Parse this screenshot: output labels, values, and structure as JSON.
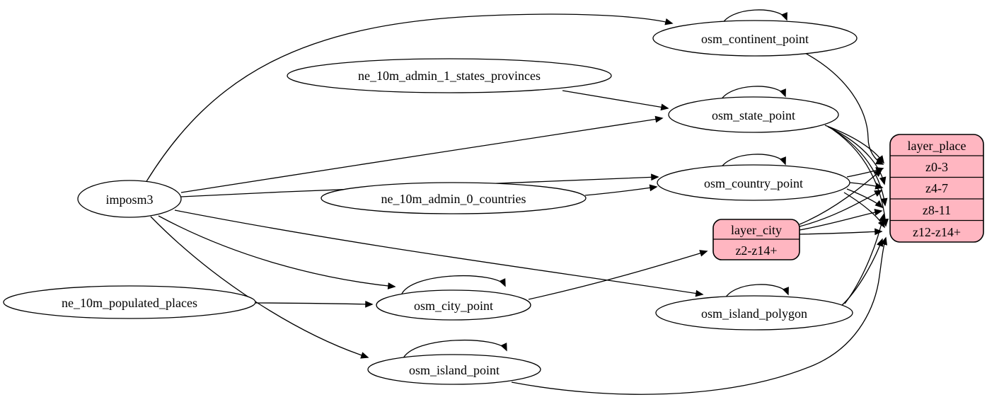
{
  "diagram": {
    "type": "graphviz-etl-flow",
    "colors": {
      "background": "#ffffff",
      "node_fill": "#ffffff",
      "record_fill": "#ffb6c1",
      "stroke": "#000000",
      "text": "#000000"
    },
    "nodes": {
      "imposm3": {
        "label": "imposm3",
        "shape": "ellipse"
      },
      "ne_10m_admin_1_states_provinces": {
        "label": "ne_10m_admin_1_states_provinces",
        "shape": "ellipse"
      },
      "ne_10m_admin_0_countries": {
        "label": "ne_10m_admin_0_countries",
        "shape": "ellipse"
      },
      "ne_10m_populated_places": {
        "label": "ne_10m_populated_places",
        "shape": "ellipse"
      },
      "osm_continent_point": {
        "label": "osm_continent_point",
        "shape": "ellipse",
        "self_loop": true
      },
      "osm_state_point": {
        "label": "osm_state_point",
        "shape": "ellipse",
        "self_loop": true
      },
      "osm_country_point": {
        "label": "osm_country_point",
        "shape": "ellipse",
        "self_loop": true
      },
      "osm_city_point": {
        "label": "osm_city_point",
        "shape": "ellipse",
        "self_loop": true
      },
      "osm_island_polygon": {
        "label": "osm_island_polygon",
        "shape": "ellipse",
        "self_loop": true
      },
      "osm_island_point": {
        "label": "osm_island_point",
        "shape": "ellipse",
        "self_loop": true
      }
    },
    "records": {
      "layer_city": {
        "title": "layer_city",
        "rows": [
          "z2-z14+"
        ]
      },
      "layer_place": {
        "title": "layer_place",
        "rows": [
          "z0-3",
          "z4-7",
          "z8-11",
          "z12-z14+"
        ]
      }
    },
    "edges": [
      {
        "from": "imposm3",
        "to": "osm_continent_point"
      },
      {
        "from": "imposm3",
        "to": "osm_state_point"
      },
      {
        "from": "imposm3",
        "to": "osm_country_point"
      },
      {
        "from": "imposm3",
        "to": "osm_city_point"
      },
      {
        "from": "imposm3",
        "to": "osm_island_polygon"
      },
      {
        "from": "imposm3",
        "to": "osm_island_point"
      },
      {
        "from": "ne_10m_admin_1_states_provinces",
        "to": "osm_state_point"
      },
      {
        "from": "ne_10m_admin_0_countries",
        "to": "osm_country_point"
      },
      {
        "from": "ne_10m_populated_places",
        "to": "osm_city_point"
      },
      {
        "from": "osm_continent_point",
        "to": "osm_continent_point"
      },
      {
        "from": "osm_state_point",
        "to": "osm_state_point"
      },
      {
        "from": "osm_country_point",
        "to": "osm_country_point"
      },
      {
        "from": "osm_city_point",
        "to": "osm_city_point"
      },
      {
        "from": "osm_island_polygon",
        "to": "osm_island_polygon"
      },
      {
        "from": "osm_island_point",
        "to": "osm_island_point"
      },
      {
        "from": "osm_city_point",
        "to": "layer_city",
        "to_port": "z2-z14+"
      },
      {
        "from": "osm_continent_point",
        "to": "layer_place",
        "to_port": "z0-3"
      },
      {
        "from": "osm_state_point",
        "to": "layer_place",
        "to_port": "z0-3"
      },
      {
        "from": "osm_state_point",
        "to": "layer_place",
        "to_port": "z4-7"
      },
      {
        "from": "osm_state_point",
        "to": "layer_place",
        "to_port": "z8-11"
      },
      {
        "from": "osm_state_point",
        "to": "layer_place",
        "to_port": "z12-z14+"
      },
      {
        "from": "osm_country_point",
        "to": "layer_place",
        "to_port": "z0-3"
      },
      {
        "from": "osm_country_point",
        "to": "layer_place",
        "to_port": "z4-7"
      },
      {
        "from": "osm_country_point",
        "to": "layer_place",
        "to_port": "z8-11"
      },
      {
        "from": "osm_country_point",
        "to": "layer_place",
        "to_port": "z12-z14+"
      },
      {
        "from": "layer_city",
        "to": "layer_place",
        "to_port": "z0-3"
      },
      {
        "from": "layer_city",
        "to": "layer_place",
        "to_port": "z4-7"
      },
      {
        "from": "layer_city",
        "to": "layer_place",
        "to_port": "z8-11"
      },
      {
        "from": "layer_city",
        "to": "layer_place",
        "to_port": "z12-z14+"
      },
      {
        "from": "osm_island_polygon",
        "to": "layer_place",
        "to_port": "z8-11"
      },
      {
        "from": "osm_island_polygon",
        "to": "layer_place",
        "to_port": "z12-z14+"
      },
      {
        "from": "osm_island_point",
        "to": "layer_place",
        "to_port": "z12-z14+"
      }
    ]
  }
}
